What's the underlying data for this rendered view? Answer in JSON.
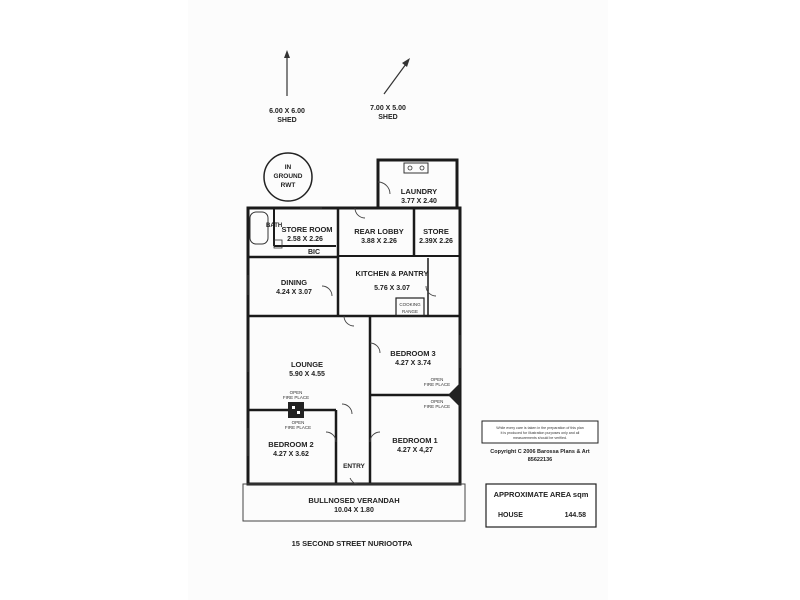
{
  "sheds": [
    {
      "size": "6.00 X 6.00",
      "name": "SHED"
    },
    {
      "size": "7.00 X 5.00",
      "name": "SHED"
    }
  ],
  "rwt": {
    "line1": "IN",
    "line2": "GROUND",
    "line3": "RWT"
  },
  "rooms": {
    "laundry": {
      "name": "LAUNDRY",
      "dims": "3.77 X 2.40"
    },
    "bath": {
      "name": "BATH"
    },
    "store_room": {
      "name": "STORE ROOM",
      "dims": "2.58 X 2.26"
    },
    "bic": {
      "name": "BIC"
    },
    "rear_lobby": {
      "name": "REAR LOBBY",
      "dims": "3.88 X 2.26"
    },
    "store": {
      "name": "STORE",
      "dims": "2.39X 2.26"
    },
    "dining": {
      "name": "DINING",
      "dims": "4.24 X 3.07"
    },
    "kitchen": {
      "name": "KITCHEN & PANTRY",
      "dims": "5.76 X 3.07"
    },
    "cooking": {
      "line1": "COOKING",
      "line2": "RANGE"
    },
    "lounge": {
      "name": "LOUNGE",
      "dims": "5.90 X 4.55"
    },
    "bedroom3": {
      "name": "BEDROOM 3",
      "dims": "4.27 X 3.74"
    },
    "bedroom2": {
      "name": "BEDROOM 2",
      "dims": "4.27 X 3.62"
    },
    "bedroom1": {
      "name": "BEDROOM 1",
      "dims": "4.27 X 4,27"
    },
    "entry": {
      "name": "ENTRY"
    },
    "verandah": {
      "name": "BULLNOSED VERANDAH",
      "dims": "10.04 X 1.80"
    }
  },
  "fireplaces": {
    "open": "OPEN",
    "fire_place": "FIRE PLACE"
  },
  "disclaimer": {
    "line1": "While every care is taken in the preparation of this plan",
    "line2": "it is produced for illustration purposes only and all",
    "line3": "measurements should be verified."
  },
  "copyright": {
    "line1": "Copyright  C 2006  Barossa Plans & Art",
    "line2": "85622136"
  },
  "area_box": {
    "title": "APPROXIMATE AREA sqm",
    "label": "HOUSE",
    "value": "144.58"
  },
  "address": "15 SECOND STREET NURIOOTPA"
}
